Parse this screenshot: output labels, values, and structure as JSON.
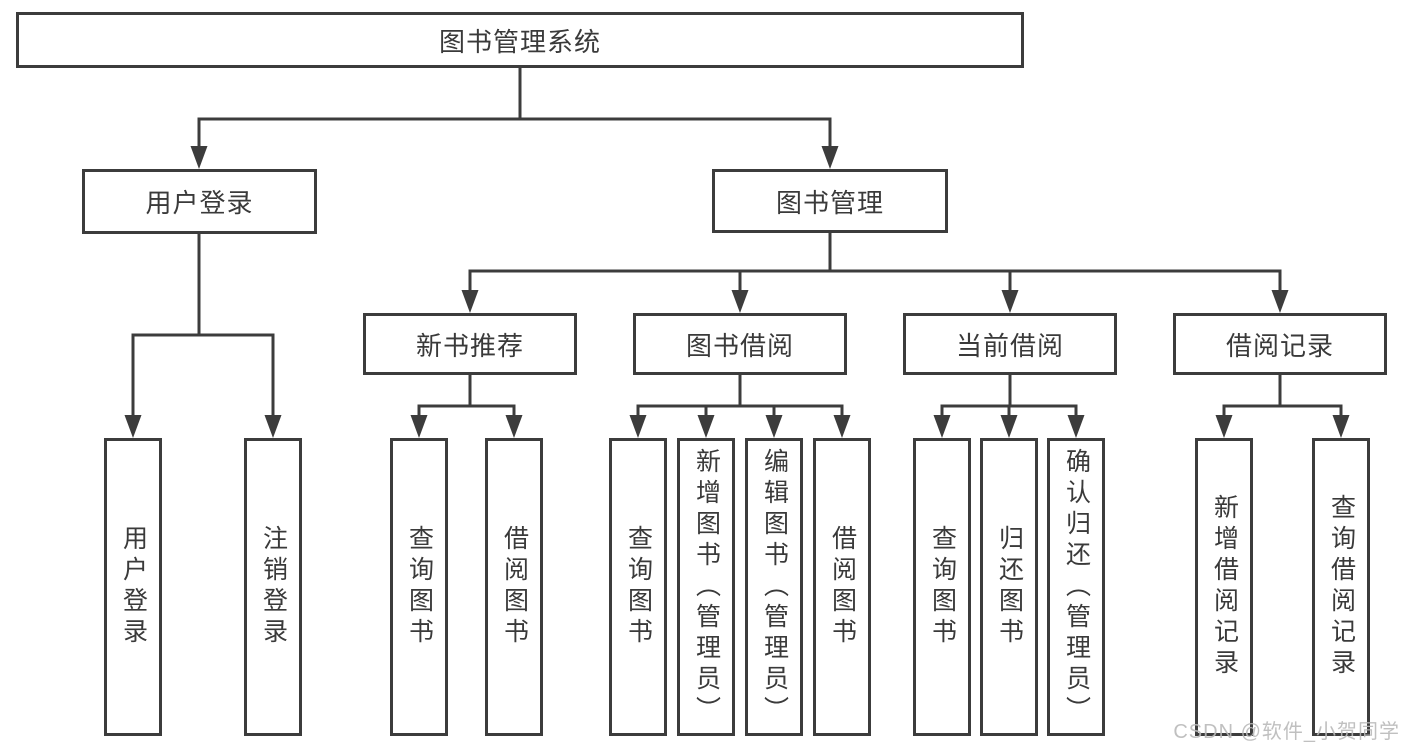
{
  "title": "图书管理系统",
  "watermark": "CSDN @软件_小贺同学",
  "colors": {
    "line": "#3c3c3c",
    "box_border": "#3c3c3c",
    "box_fill": "#ffffff",
    "text": "#3a3a3a",
    "watermark": "#bdbdbd",
    "background": "#ffffff"
  },
  "tree": {
    "label": "图书管理系统",
    "children": [
      {
        "label": "用户登录",
        "children": [
          {
            "label": "用户登录"
          },
          {
            "label": "注销登录"
          }
        ]
      },
      {
        "label": "图书管理",
        "children": [
          {
            "label": "新书推荐",
            "children": [
              {
                "label": "查询图书"
              },
              {
                "label": "借阅图书"
              }
            ]
          },
          {
            "label": "图书借阅",
            "children": [
              {
                "label": "查询图书"
              },
              {
                "label": "新增图书（管理员）"
              },
              {
                "label": "编辑图书（管理员）"
              },
              {
                "label": "借阅图书"
              }
            ]
          },
          {
            "label": "当前借阅",
            "children": [
              {
                "label": "查询图书"
              },
              {
                "label": "归还图书"
              },
              {
                "label": "确认归还（管理员）"
              }
            ]
          },
          {
            "label": "借阅记录",
            "children": [
              {
                "label": "新增借阅记录"
              },
              {
                "label": "查询借阅记录"
              }
            ]
          }
        ]
      }
    ]
  }
}
